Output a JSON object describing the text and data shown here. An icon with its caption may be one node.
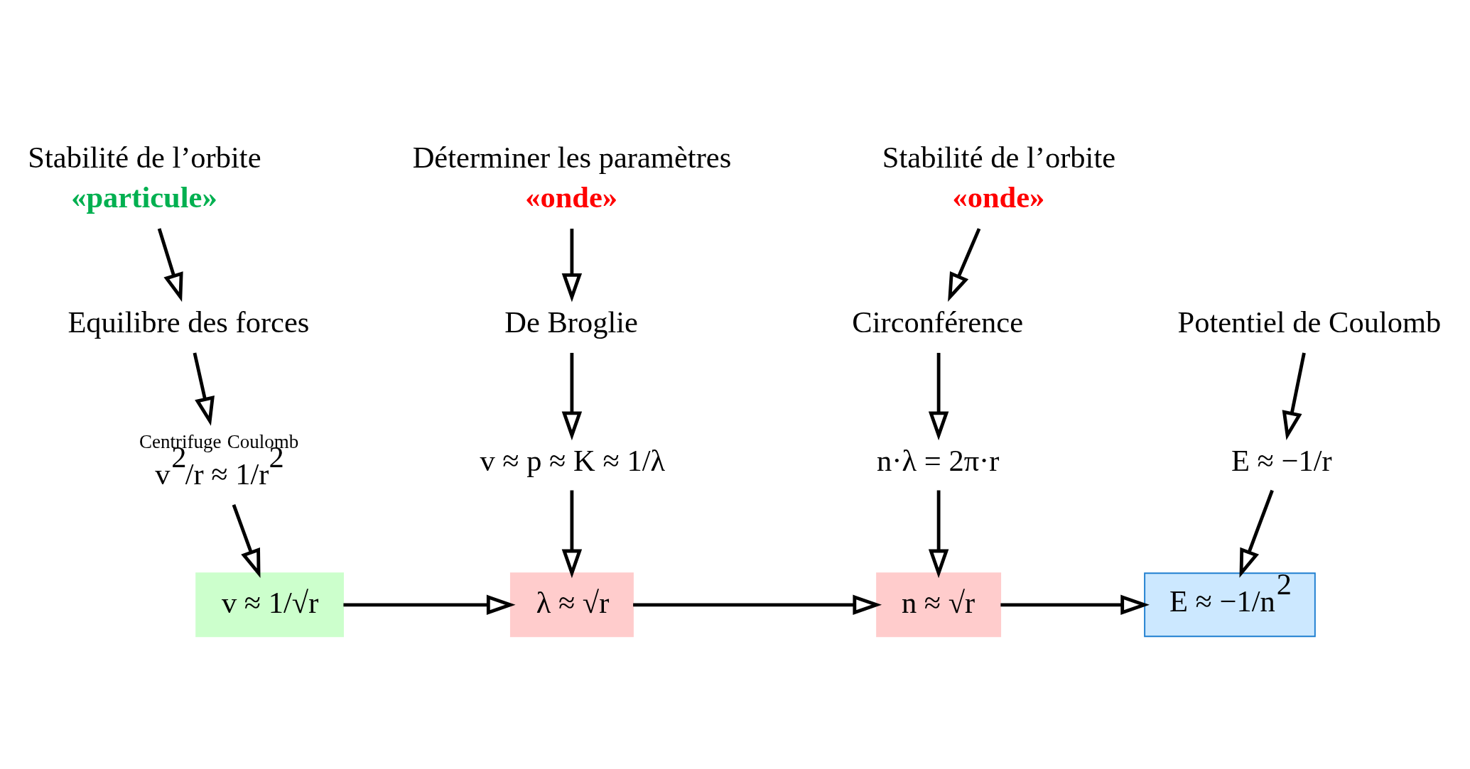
{
  "diagram": {
    "nodes": [
      {
        "text": [
          "Stabilité de l’orbite",
          "«particule»"
        ]
      },
      {
        "text": [
          "Equilibre des forces"
        ]
      },
      {
        "text": [
          "v$^{2}$/r ≈ 1/r$^{2}$"
        ],
        "beside": [
          "Centrifuge",
          "Coulomb"
        ]
      },
      {
        "text": [
          "v ≈ 1/√r"
        ]
      },
      {
        "text": [
          "Déterminer les paramètres",
          "«onde»"
        ]
      },
      {
        "text": [
          "De Broglie"
        ]
      },
      {
        "text": [
          "v ≈ p ≈ K ≈ 1/λ"
        ]
      },
      {
        "text": [
          "λ ≈ √r"
        ]
      },
      {
        "text": [
          "Stabilité de l’orbite",
          "«onde»"
        ]
      },
      {
        "text": [
          "Circonférence"
        ]
      },
      {
        "text": [
          "n·λ = 2π·r"
        ]
      },
      {
        "text": [
          "n ≈ √r"
        ]
      },
      {
        "text": [
          "Potentiel de Coulomb"
        ]
      },
      {
        "text": [
          "E ≈ −1/r"
        ]
      },
      {
        "text": [
          "E ≈ −1/n$^{2}$"
        ]
      }
    ],
    "edges": [
      {
        "from": 0,
        "to": 1,
        "arrow": "to"
      },
      {
        "from": 1,
        "to": 2,
        "arrow": "to"
      },
      {
        "from": 2,
        "to": 3,
        "arrow": "to"
      },
      {
        "from": 4,
        "to": 5,
        "arrow": "to"
      },
      {
        "from": 5,
        "to": 6,
        "arrow": "to"
      },
      {
        "from": 6,
        "to": 7,
        "arrow": "to"
      },
      {
        "from": 8,
        "to": 9,
        "arrow": "to"
      },
      {
        "from": 9,
        "to": 10,
        "arrow": "to"
      },
      {
        "from": 10,
        "to": 11,
        "arrow": "to"
      },
      {
        "from": 12,
        "to": 13,
        "arrow": "to"
      },
      {
        "from": 13,
        "to": 14,
        "arrow": "to"
      },
      {
        "from": 3,
        "to": 7,
        "arrow": "to"
      },
      {
        "from": 7,
        "to": 11,
        "arrow": "to"
      },
      {
        "from": 11,
        "to": 14,
        "arrow": "to"
      }
    ]
  }
}
